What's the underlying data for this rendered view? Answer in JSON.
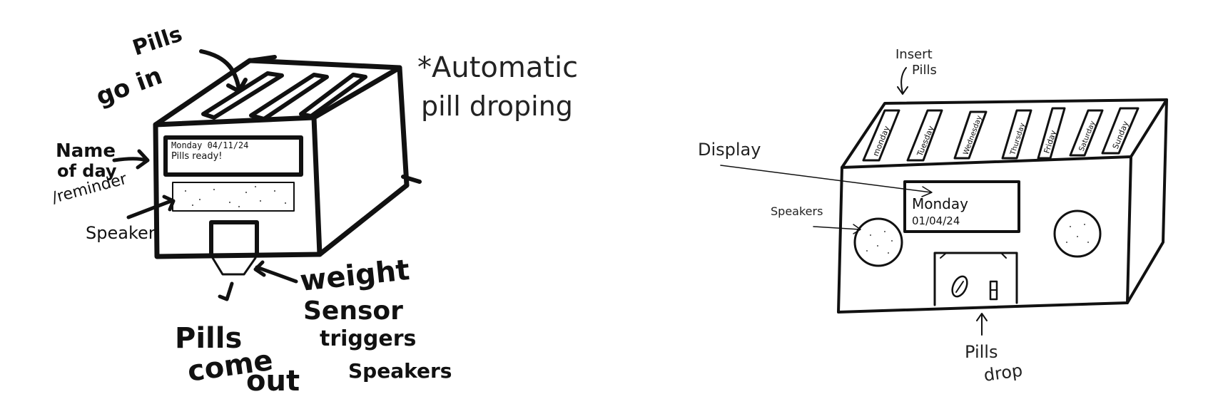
{
  "left_sketch": {
    "label_pills_go": "Pills",
    "label_go_in": "go in",
    "note_line1": "*Automatic",
    "note_line2": "pill droping",
    "label_name_of_day_1": "Name",
    "label_name_of_day_2": "of day",
    "label_reminder": "/reminder",
    "display_line1": "Monday 04/11/24",
    "display_line2": "Pills ready!",
    "label_speaker": "Speaker",
    "label_weight": "weight",
    "label_sensor": "Sensor",
    "label_triggers": "triggers",
    "label_speakers": "Speakers",
    "label_pills": "Pills",
    "label_come": "come",
    "label_out": "out"
  },
  "right_sketch": {
    "label_insert": "Insert",
    "label_insert_pills": "Pills",
    "days": [
      "monday",
      "Tuesday",
      "Wednesday",
      "Thursday",
      "Friday",
      "Saturday",
      "Sunday"
    ],
    "label_display": "Display",
    "label_speakers": "Speakers",
    "display_day": "Monday",
    "display_date": "01/04/24",
    "label_pills": "Pills",
    "label_drop": "drop"
  }
}
